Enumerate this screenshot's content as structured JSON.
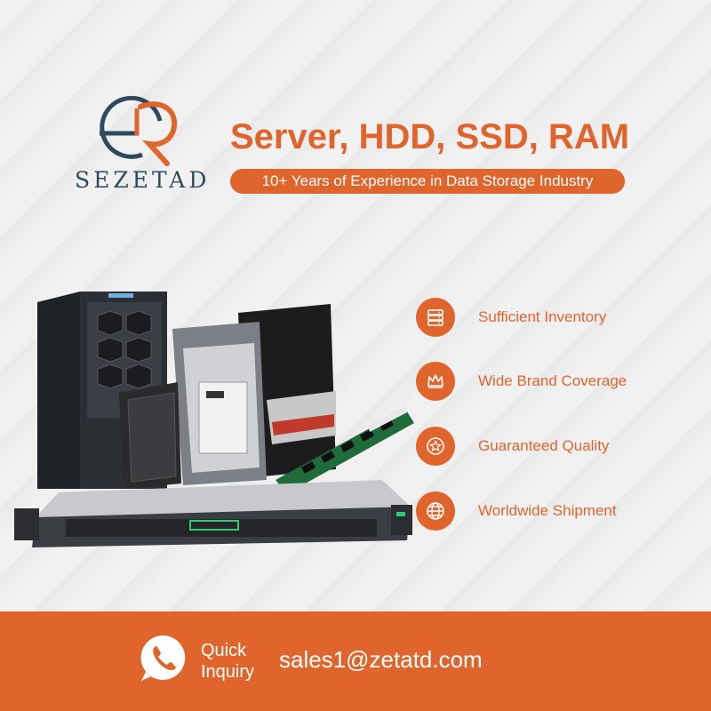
{
  "brand": {
    "name": "SEZETAD",
    "accent_color": "#e0652d",
    "navy_color": "#2d4a5c"
  },
  "headline": "Server, HDD, SSD, RAM",
  "subheadline": "10+ Years of Experience in Data Storage Industry",
  "features": [
    {
      "icon": "server-rack-icon",
      "label": "Sufficient Inventory"
    },
    {
      "icon": "crown-icon",
      "label": "Wide Brand Coverage"
    },
    {
      "icon": "star-badge-icon",
      "label": "Guaranteed Quality"
    },
    {
      "icon": "globe-icon",
      "label": "Worldwide Shipment"
    }
  ],
  "product_image": {
    "items": [
      "tower server",
      "rack server",
      "hard drive",
      "SSD",
      "RAM module"
    ]
  },
  "footer": {
    "quick_line1": "Quick",
    "quick_line2": "Inquiry",
    "email": "sales1@zetatd.com",
    "icon": "phone-chat-icon"
  }
}
